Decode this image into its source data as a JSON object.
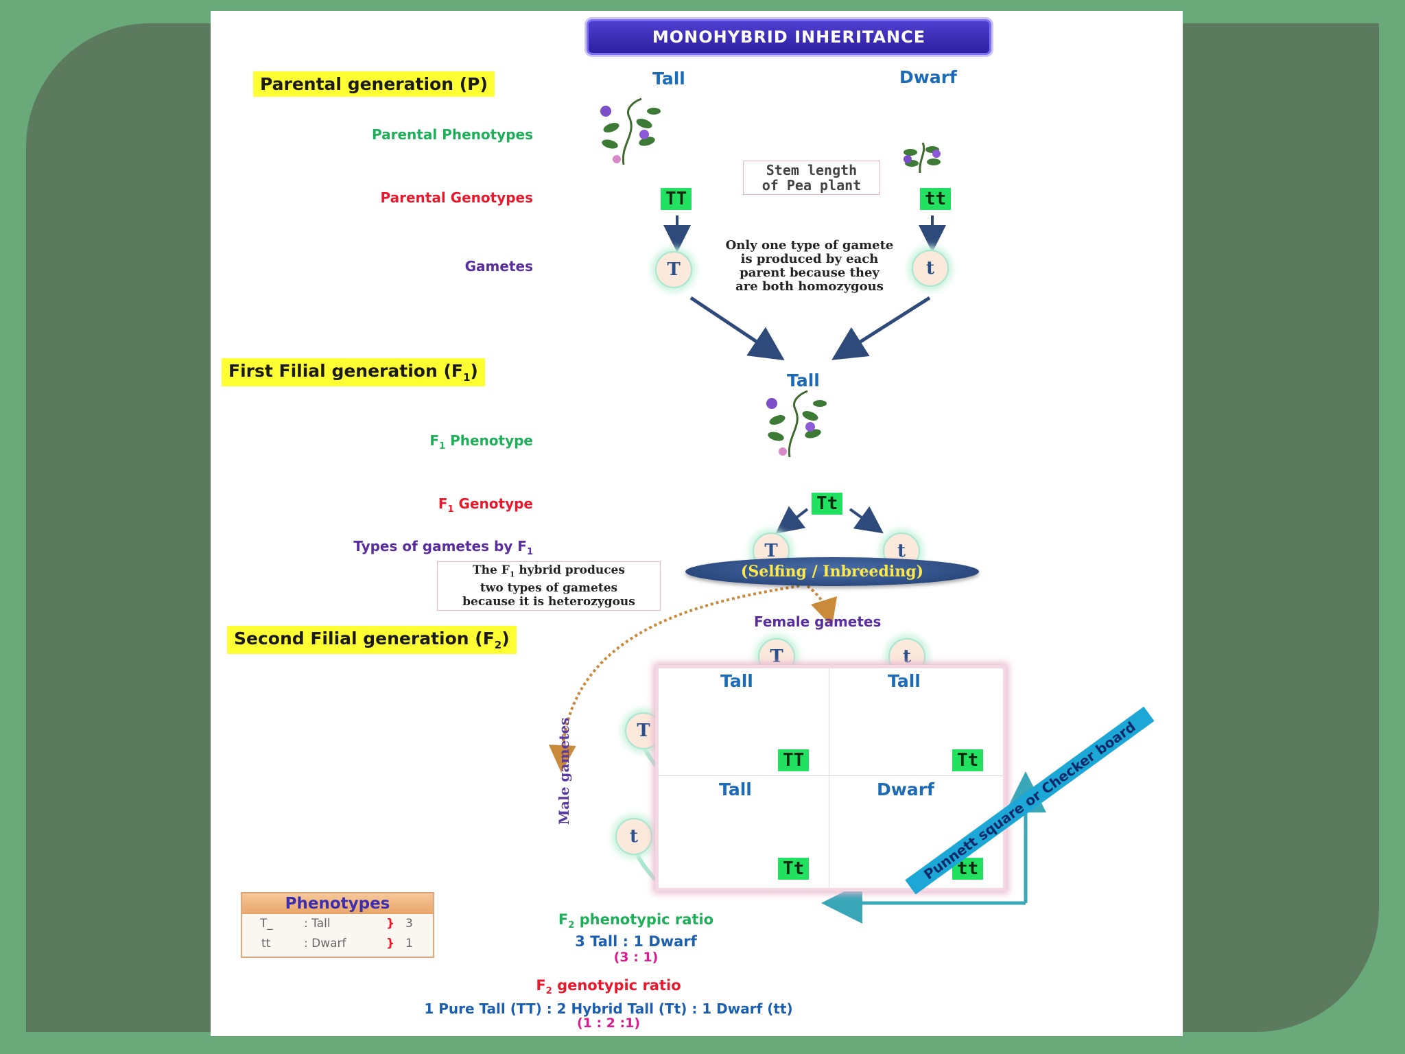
{
  "title": "MONOHYBRID INHERITANCE",
  "parental": {
    "heading": "Parental generation (P)",
    "phenotypes_label": "Parental Phenotypes",
    "genotypes_label": "Parental Genotypes",
    "gametes_label": "Gametes",
    "left_phenotype": "Tall",
    "right_phenotype": "Dwarf",
    "left_genotype": "TT",
    "right_genotype": "tt",
    "left_gamete": "T",
    "right_gamete": "t",
    "stem_note": [
      "Stem length",
      "of Pea plant"
    ],
    "gamete_note": [
      "Only one type of gamete",
      "is produced by each",
      "parent because they",
      "are both homozygous"
    ]
  },
  "f1": {
    "heading": "First Filial generation (F",
    "heading_sub": "1",
    "heading_end": ")",
    "phenotype": "Tall",
    "phenotype_label": "F",
    "phenotype_label_sub": "1",
    "phenotype_label_rest": " Phenotype",
    "genotype_label": "F",
    "genotype_label_sub": "1",
    "genotype_label_rest": " Genotype",
    "genotype": "Tt",
    "gametes_label": "Types of gametes by F",
    "gametes_label_sub": "1",
    "gamete_left": "T",
    "gamete_right": "t",
    "hybrid_note_1": "The F",
    "hybrid_note_sub": "1",
    "hybrid_note_1b": " hybrid produces",
    "hybrid_note_2": "two types of gametes",
    "hybrid_note_3": "because it is heterozygous",
    "selfing": "(Selfing / Inbreeding)"
  },
  "f2": {
    "heading": "Second Filial generation (F",
    "heading_sub": "2",
    "heading_end": ")",
    "female_gametes_label": "Female gametes",
    "female_gametes": [
      "T",
      "t"
    ],
    "male_gametes_label": "Male gametes",
    "male_gametes": [
      "T",
      "t"
    ],
    "cells": [
      {
        "phenotype": "Tall",
        "genotype": "TT"
      },
      {
        "phenotype": "Tall",
        "genotype": "Tt"
      },
      {
        "phenotype": "Tall",
        "genotype": "Tt"
      },
      {
        "phenotype": "Dwarf",
        "genotype": "tt"
      }
    ],
    "punnett_label": "Punnett square or Checker board"
  },
  "phenotypes_box": {
    "heading": "Phenotypes",
    "rows": [
      {
        "genotype": "T_",
        "phenotype": ": Tall",
        "count": "3"
      },
      {
        "genotype": "tt",
        "phenotype": ": Dwarf",
        "count": "1"
      }
    ]
  },
  "ratios": {
    "phenotypic_label_a": "F",
    "phenotypic_label_sub": "2",
    "phenotypic_label_b": " phenotypic ratio",
    "phenotypic_text": "3 Tall : 1 Dwarf",
    "phenotypic_numbers": "(3 : 1)",
    "genotypic_label_a": "F",
    "genotypic_label_sub": "2",
    "genotypic_label_b": " genotypic ratio",
    "genotypic_text": "1 Pure Tall (TT) : 2 Hybrid Tall (Tt) : 1 Dwarf (tt)",
    "genotypic_numbers": "(1 : 2 :1)"
  },
  "colors": {
    "background": "#6aaa7a",
    "frame": "#5c7a5e",
    "highlight": "#ffff33",
    "genotype_badge": "#22e060",
    "phenotype_text": "#1b6bb8"
  }
}
